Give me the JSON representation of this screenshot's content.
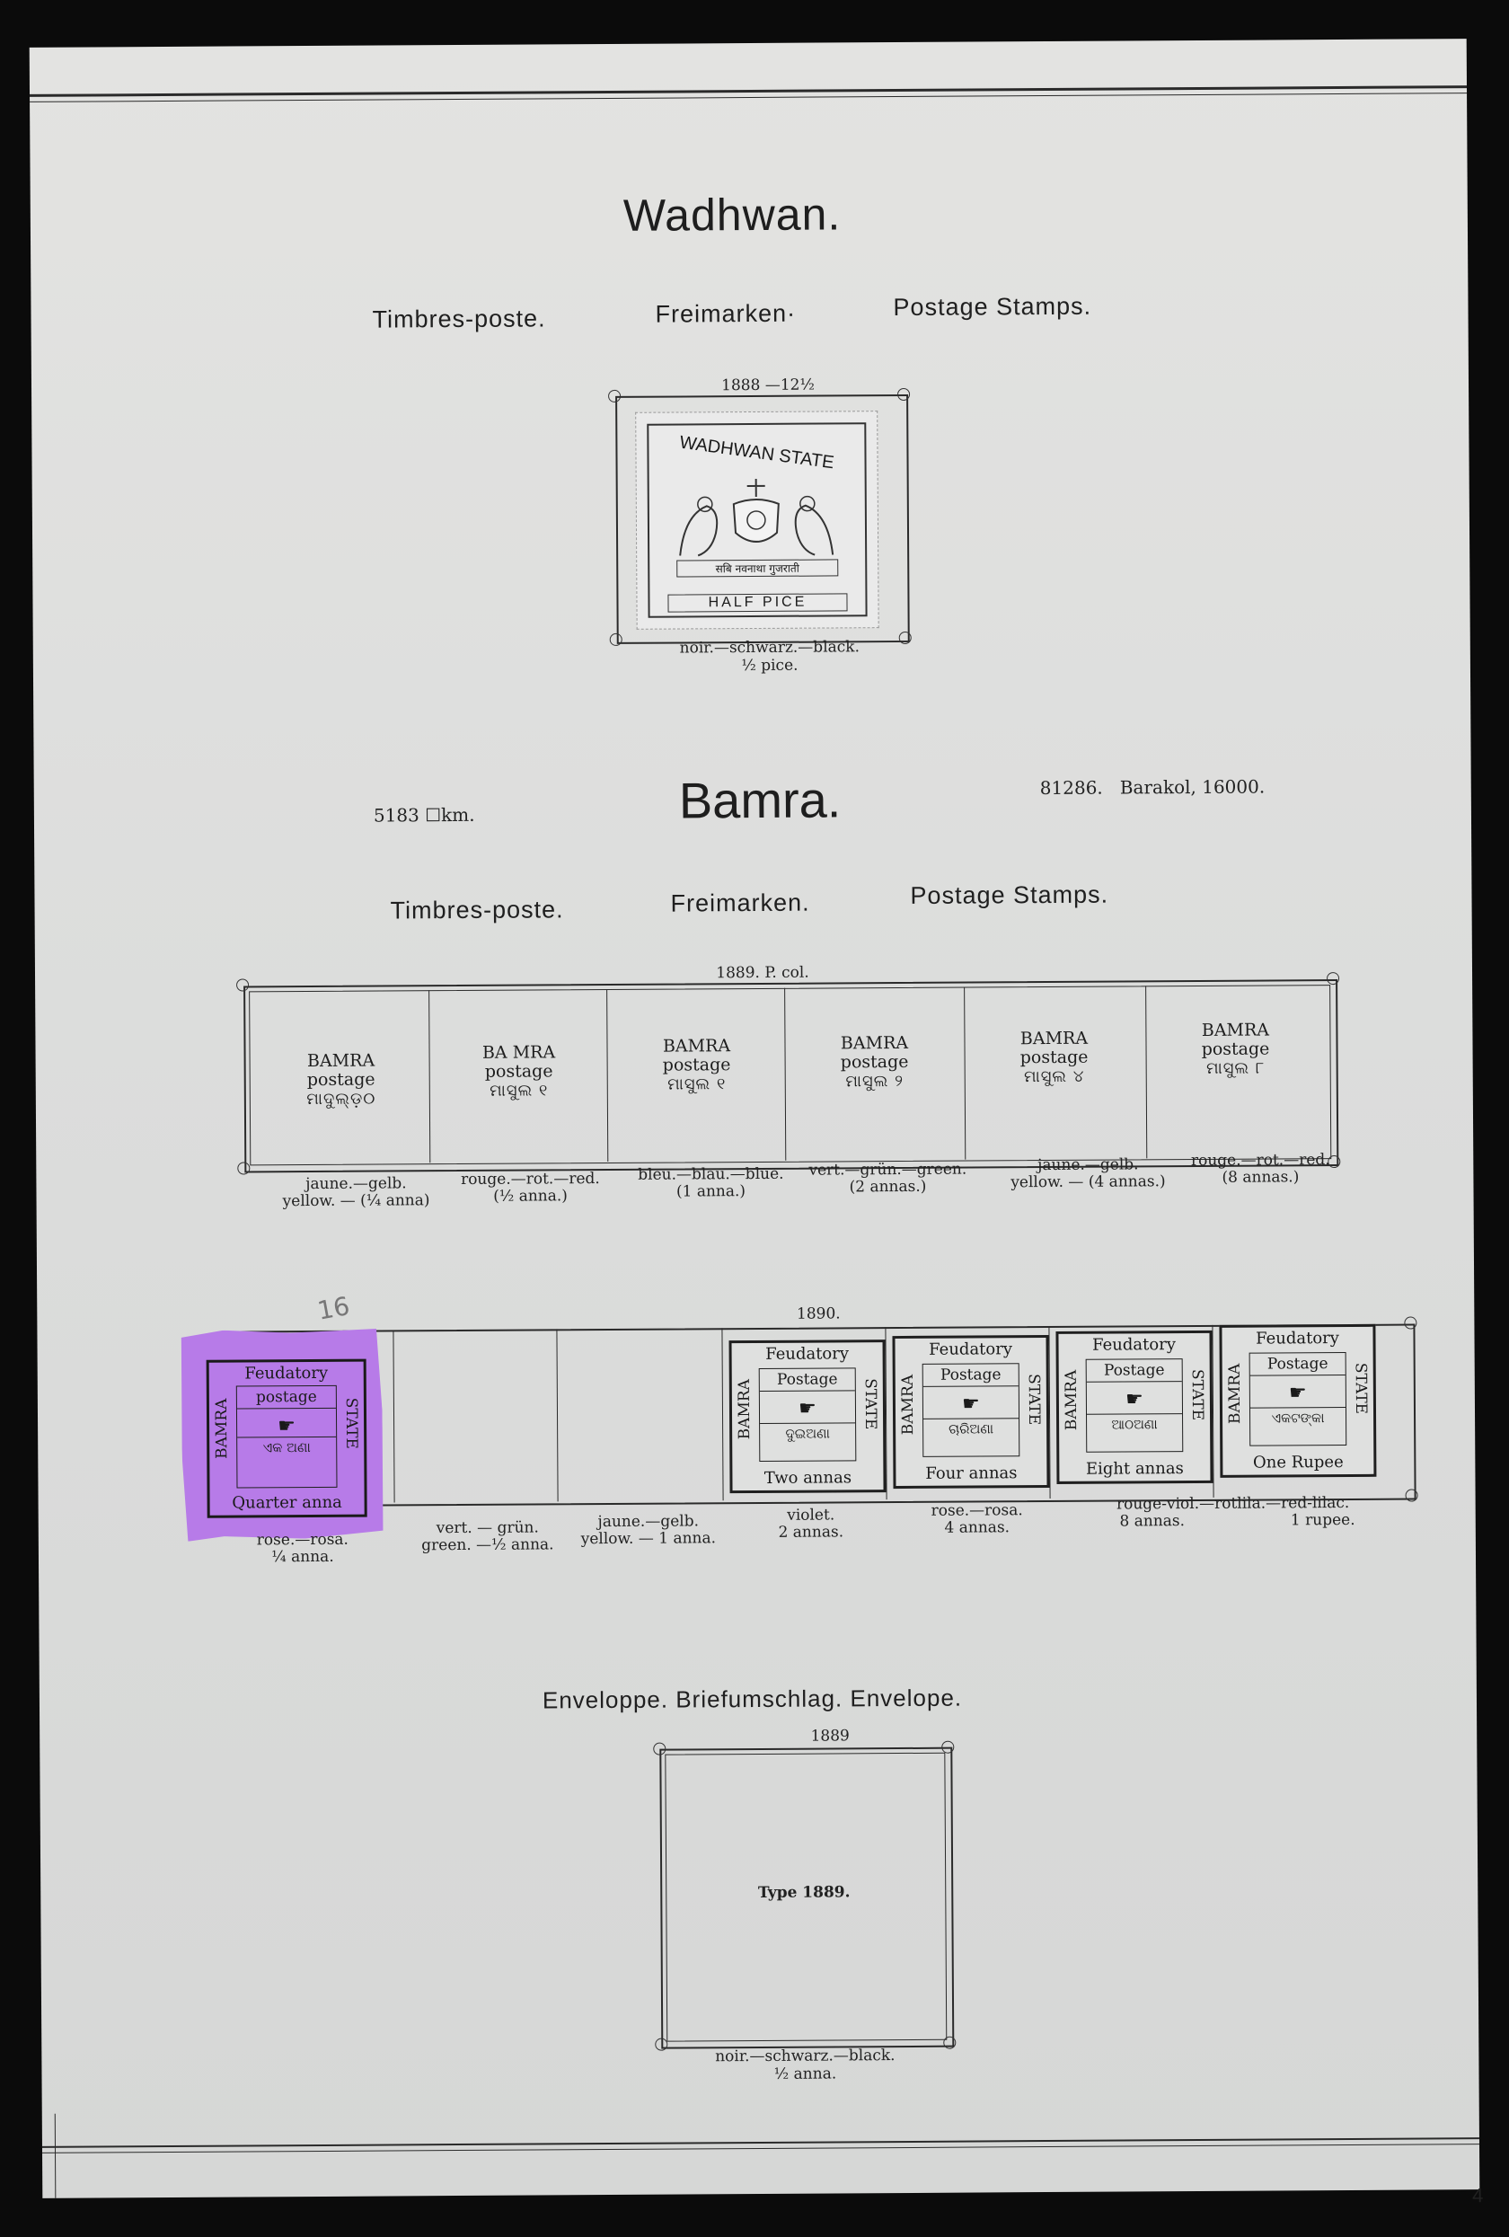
{
  "page_number": "4",
  "wadhwan": {
    "title": "Wadhwan.",
    "subtitles": [
      "Timbres-poste.",
      "Freimarken·",
      "Postage Stamps."
    ],
    "year_perf": "1888 —12½",
    "stamp": {
      "top_text": "WADHWAN STATE",
      "inscription": "सबि नवनाथा गुजराती",
      "value_text": "HALF PICE",
      "color_label": "noir.—schwarz.—black.",
      "denomination": "½ pice."
    }
  },
  "bamra": {
    "area": "5183 ☐km.",
    "title": "Bamra.",
    "population": "81286.   Barakol, 16000.",
    "subtitles": [
      "Timbres-poste.",
      "Freimarken.",
      "Postage Stamps."
    ],
    "issue_1889": {
      "heading": "1889.  P. col.",
      "stamps": [
        {
          "l1": "BAMRA",
          "l2": "postage",
          "glyph": "ମାଦୁଲ୍ଡ଼୦",
          "caption1": "jaune.—gelb.",
          "caption2": "yellow. — (¼ anna)"
        },
        {
          "l1": "BA MRA",
          "l2": "postage",
          "glyph": "ମାସୁଲ ୧",
          "caption1": "rouge.—rot.—red.",
          "caption2": "(½ anna.)"
        },
        {
          "l1": "BAMRA",
          "l2": "postage",
          "glyph": "ମାସୁଲ ୧",
          "caption1": "bleu.—blau.—blue.",
          "caption2": "(1 anna.)"
        },
        {
          "l1": "BAMRA",
          "l2": "postage",
          "glyph": "ମାସୁଲ ୨",
          "caption1": "vert.—grün.—green.",
          "caption2": "(2 annas.)"
        },
        {
          "l1": "BAMRA",
          "l2": "postage",
          "glyph": "ମାସୁଲ ୪",
          "caption1": "jaune.—gelb.",
          "caption2": "yellow. — (4 annas.)"
        },
        {
          "l1": "BAMRA",
          "l2": "postage",
          "glyph": "ମାସୁଲ ୮",
          "caption1": "rouge.—rot.—red.",
          "caption2": "(8 annas.)"
        }
      ]
    },
    "issue_1890": {
      "heading": "1890.",
      "pencil_note": "16",
      "stamps": [
        {
          "top": "Feudatory",
          "plate": "postage",
          "glyph": "ଏକ ଅଣା",
          "bottom": "Quarter anna",
          "left": "BAMRA",
          "right": "STATE",
          "caption1": "rose.—rosa.",
          "caption2": "¼ anna."
        },
        {
          "caption1": "vert. — grün.",
          "caption2": "green. —½ anna."
        },
        {
          "caption1": "jaune.—gelb.",
          "caption2": "yellow. — 1 anna."
        },
        {
          "top": "Feudatory",
          "plate": "Postage",
          "glyph": "ଦୁଇଅଣା",
          "bottom": "Two annas",
          "left": "BAMRA",
          "right": "STATE",
          "caption1": "violet.",
          "caption2": "2 annas."
        },
        {
          "top": "Feudatory",
          "plate": "Postage",
          "glyph": "ଚାରିଅଣା",
          "bottom": "Four annas",
          "left": "BAMRA",
          "right": "STATE",
          "caption1": "rose.—rosa.",
          "caption2": "4 annas."
        },
        {
          "top": "Feudatory",
          "plate": "Postage",
          "glyph": "ଆଠଅଣା",
          "bottom": "Eight annas",
          "left": "BAMRA",
          "right": "STATE",
          "caption1": "rouge-viol.—rotlila.—red-lilac.",
          "caption2": "8 annas."
        },
        {
          "top": "Feudatory",
          "plate": "Postage",
          "glyph": "ଏକଟଙ୍କା",
          "bottom": "One Rupee",
          "left": "BAMRA",
          "right": "STATE",
          "caption1": "",
          "caption2": "1 rupee."
        }
      ]
    },
    "envelope": {
      "subtitle": "Enveloppe. Briefumschlag. Envelope.",
      "year": "1889",
      "type_label": "Type 1889.",
      "caption1": "noir.—schwarz.—black.",
      "caption2": "½ anna."
    }
  },
  "colors": {
    "paper": "#dedfde",
    "ink": "#1e1e1e",
    "stamp_purple": "#b77be8"
  }
}
